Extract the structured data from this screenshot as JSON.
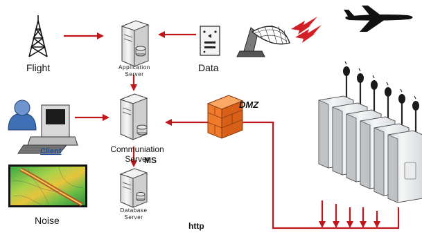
{
  "labels": {
    "flight": "Flight",
    "application_server": "Application\nServer",
    "data": "Data",
    "client": "Client",
    "communication_server": "Communiation\nServer",
    "ms": "MS",
    "database_server": "Database\nServer",
    "noise": "Noise",
    "dmz": "DMZ",
    "http": "http"
  },
  "icons": {
    "antenna": "radio-tower-icon",
    "app_server": "server-icon",
    "data": "data-device-icon",
    "radar": "radar-dish-icon",
    "lightning": "lightning-signal-icon",
    "airplane": "airplane-icon",
    "user": "user-icon",
    "workstation": "computer-icon",
    "comm_server": "server-icon",
    "db_server": "database-server-icon",
    "firewall": "firewall-icon",
    "noise_map": "noise-map-icon",
    "monitors": "noise-monitor-terminal-icon"
  },
  "colors": {
    "arrow": "#c0161b",
    "server_body": "#e9e9e9",
    "firewall": "#f07a2b",
    "lightning": "#d11f26",
    "client_text": "#1d4f9c",
    "user": "#3f6fb5"
  }
}
